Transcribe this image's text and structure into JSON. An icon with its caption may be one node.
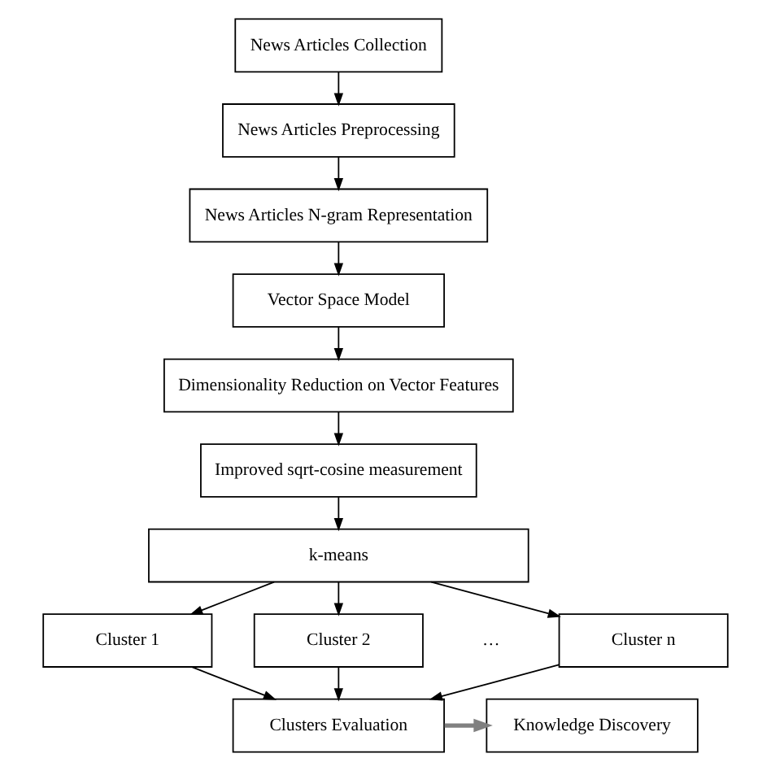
{
  "diagram": {
    "nodes": [
      {
        "text": [
          "News Articles Collection"
        ]
      },
      {
        "text": [
          "News Articles Preprocessing"
        ]
      },
      {
        "text": [
          "News Articles N-gram Representation"
        ]
      },
      {
        "text": [
          "Vector Space Model"
        ]
      },
      {
        "text": [
          "Dimensionality Reduction on Vector Features"
        ]
      },
      {
        "text": [
          "Improved sqrt-cosine measurement"
        ]
      },
      {
        "text": [
          "k-means"
        ]
      },
      {
        "text": [
          "Cluster 1"
        ]
      },
      {
        "text": [
          "Cluster 2"
        ]
      },
      {
        "text": [
          "Cluster n"
        ]
      },
      {
        "text": [
          "Clusters Evaluation"
        ]
      },
      {
        "text": [
          "Knowledge Discovery"
        ]
      }
    ],
    "edges": [
      {
        "from": 0,
        "to": 1,
        "arrow": "to"
      },
      {
        "from": 1,
        "to": 2,
        "arrow": "to"
      },
      {
        "from": 2,
        "to": 3,
        "arrow": "to"
      },
      {
        "from": 3,
        "to": 4,
        "arrow": "to"
      },
      {
        "from": 4,
        "to": 5,
        "arrow": "to"
      },
      {
        "from": 5,
        "to": 6,
        "arrow": "to"
      },
      {
        "from": 6,
        "to": 7,
        "arrow": "to"
      },
      {
        "from": 6,
        "to": 8,
        "arrow": "to"
      },
      {
        "from": 6,
        "to": 9,
        "arrow": "to"
      },
      {
        "from": 7,
        "to": 10,
        "arrow": "to"
      },
      {
        "from": 8,
        "to": 10,
        "arrow": "to"
      },
      {
        "from": 9,
        "to": 10,
        "arrow": "to"
      },
      {
        "from": 10,
        "to": 11,
        "arrow": "to",
        "style": "thick",
        "color": "#808080"
      }
    ],
    "labels": [
      "…"
    ]
  }
}
